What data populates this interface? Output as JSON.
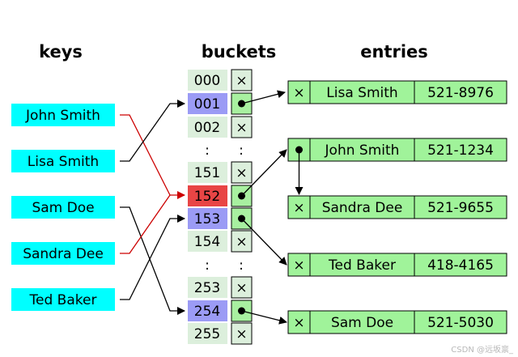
{
  "headers": {
    "keys": "keys",
    "buckets": "buckets",
    "entries": "entries"
  },
  "keys": [
    "John Smith",
    "Lisa Smith",
    "Sam Doe",
    "Sandra Dee",
    "Ted Baker"
  ],
  "buckets": [
    "000",
    "001",
    "002",
    "151",
    "152",
    "153",
    "154",
    "253",
    "254",
    "255"
  ],
  "ellipsis": ":",
  "null_mark": "×",
  "entries": [
    {
      "name": "Lisa Smith",
      "phone": "521-8976"
    },
    {
      "name": "John Smith",
      "phone": "521-1234"
    },
    {
      "name": "Sandra Dee",
      "phone": "521-9655"
    },
    {
      "name": "Ted Baker",
      "phone": "418-4165"
    },
    {
      "name": "Sam Doe",
      "phone": "521-5030"
    }
  ],
  "colors": {
    "key_fill": "#00ffff",
    "bucket_fill": "#dcefdc",
    "bucket_used": "#9b9bf5",
    "bucket_collision": "#e84545",
    "pointer_cell": "#a8f0a0",
    "entry_fill": "#a0f39a",
    "collision_line": "#cc0000"
  },
  "watermark": "CSDN @远坂禀_"
}
